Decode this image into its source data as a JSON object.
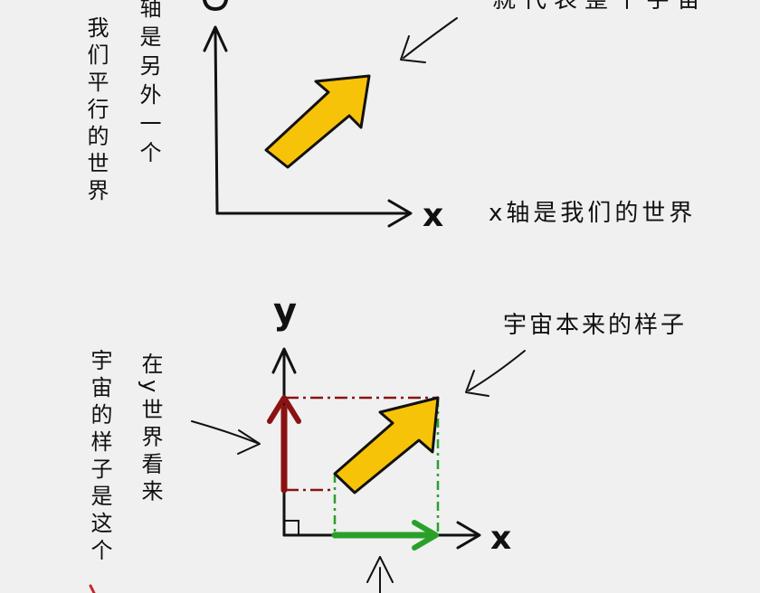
{
  "colors": {
    "background": "#f0f0f0",
    "ink": "#111111",
    "arrow_fill": "#f7c308",
    "y_component": "#8b1212",
    "x_component": "#2aa02a"
  },
  "top_diagram": {
    "vertical_label_a": "我们平行的世界",
    "vertical_label_b": "轴是另外一个",
    "caption_cut": "就代表整个宇宙",
    "x_axis_letter": "x",
    "x_axis_caption": "x轴是我们的世界"
  },
  "bottom_diagram": {
    "y_axis_letter": "y",
    "x_axis_letter": "x",
    "universe_caption": "宇宙本来的样子",
    "y_world_caption": "在y世界看来",
    "universe_looks_caption": "宇宙的样子是这个"
  }
}
